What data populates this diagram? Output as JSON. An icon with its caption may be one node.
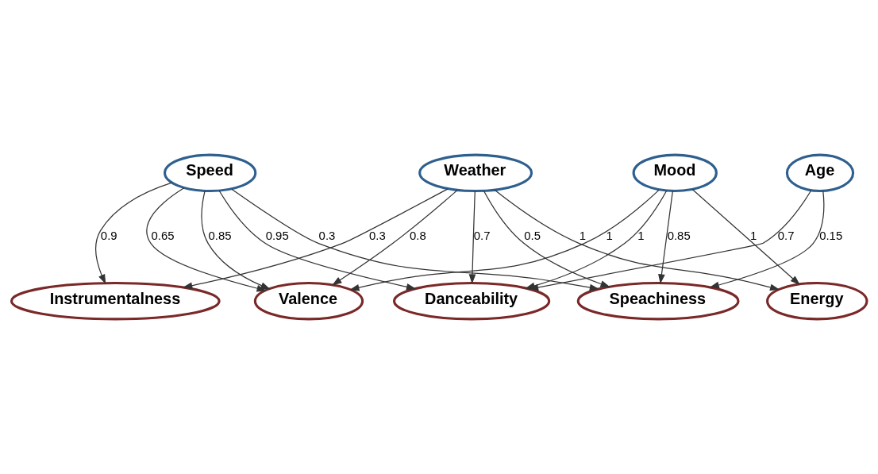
{
  "diagram": {
    "nodes": [
      {
        "text": [
          "Speed"
        ]
      },
      {
        "text": [
          "Weather"
        ]
      },
      {
        "text": [
          "Mood"
        ]
      },
      {
        "text": [
          "Age"
        ]
      },
      {
        "text": [
          "Energy"
        ]
      },
      {
        "text": [
          "Instrumentalness"
        ]
      },
      {
        "text": [
          "Valence"
        ]
      },
      {
        "text": [
          "Danceability"
        ]
      },
      {
        "text": [
          "Speachiness"
        ]
      }
    ],
    "edges": [
      {
        "from": 0,
        "to": 6,
        "arrow": "to",
        "label": "0.65"
      },
      {
        "from": 0,
        "to": 5,
        "arrow": "to",
        "label": "0.9"
      },
      {
        "from": 0,
        "to": 6,
        "arrow": "to",
        "label": "0.85"
      },
      {
        "from": 0,
        "to": 8,
        "arrow": "to",
        "label": "0.3"
      },
      {
        "from": 0,
        "to": 7,
        "arrow": "to",
        "label": "0.95"
      },
      {
        "from": 1,
        "to": 4,
        "arrow": "to",
        "label": "1"
      },
      {
        "from": 1,
        "to": 5,
        "arrow": "to",
        "label": "0.3"
      },
      {
        "from": 1,
        "to": 7,
        "arrow": "to",
        "label": "0.7"
      },
      {
        "from": 1,
        "to": 8,
        "arrow": "to",
        "label": "0.5"
      },
      {
        "from": 1,
        "to": 6,
        "arrow": "to",
        "label": "0.8"
      },
      {
        "from": 2,
        "to": 4,
        "arrow": "to",
        "label": "1"
      },
      {
        "from": 2,
        "to": 6,
        "arrow": "to",
        "label": "1"
      },
      {
        "from": 2,
        "to": 8,
        "arrow": "to",
        "label": "0.85"
      },
      {
        "from": 2,
        "to": 7,
        "arrow": "to",
        "label": "1"
      },
      {
        "from": 3,
        "to": 8,
        "arrow": "to",
        "label": "0.15"
      },
      {
        "from": 3,
        "to": 7,
        "arrow": "to",
        "label": "0.7"
      }
    ]
  }
}
